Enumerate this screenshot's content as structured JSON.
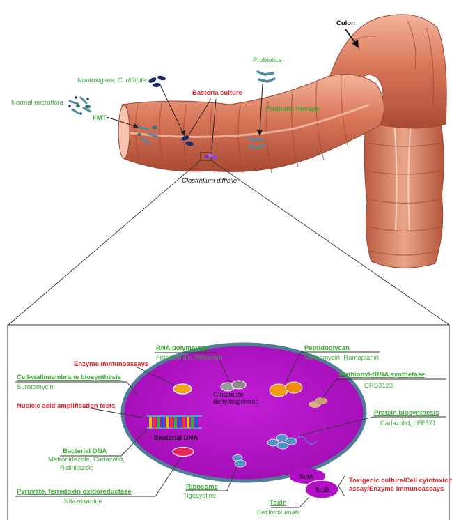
{
  "colon": {
    "colon_label": "Colon",
    "probiotics": "Probiotics",
    "nontoxigenic_prefix": "Nontoxigenic ",
    "nontoxigenic_species": "C. difficile",
    "bacteria_culture": "Bacteria culture",
    "normal_microflora": "Normal microflora",
    "fmt": "FMT",
    "probiotic_therapy": "Probiotic therapy",
    "clostridium": "Clostridium difficile"
  },
  "cell": {
    "rna_polymerase": {
      "title": "RNA polymerase",
      "drugs": "Fidaxomicin, Rifaximin"
    },
    "peptidoglycan": {
      "title": "Peptidoglycan",
      "drugs": "Vancomycin, Ramoplanin,"
    },
    "enzyme_immunoassays": "Enzyme immunoassays",
    "cell_wall": {
      "title": "Cell-wall/membrane biosynthesis",
      "drugs": "Surotomycin"
    },
    "glutamate_line1": "Glutamate",
    "glutamate_line2": "dehydrogenase",
    "methionyl": {
      "title": "Methionyl-tRNA synthetase",
      "drugs": "CRS3123"
    },
    "nucleic_acid": "Nucleic acid amplification tests",
    "protein": {
      "title": "Protein biosynthesis",
      "drugs": "Cadazolid, LFF571"
    },
    "bacterial_dna_inner": "Bacterial DNA",
    "bacterial_dna": {
      "title": "Bacterial DNA",
      "drugs_line1": "Metronidazole, Cadazolid,",
      "drugs_line2": "Ridinilazole"
    },
    "pyruvate": {
      "title": "Pyruvate, ferredoxin oxidoreductase",
      "drugs": "Nitazoxanide"
    },
    "ribosome": {
      "title": "Ribosome",
      "drugs": "Tigecycline"
    },
    "tcda": "TcdA",
    "tcdb": "TcdB",
    "toxigenic_line1": "Toxigenic culture/Cell cytotoxicity",
    "toxigenic_line2": "assay/Enzyme immunoassays",
    "toxin": {
      "title": "Toxin",
      "drugs": "Bezlotoxumab"
    }
  },
  "colors": {
    "green_text": "#3aa935",
    "red_text": "#e8202a",
    "cell_fill": "#b20fc6",
    "cell_border": "#4f7d95",
    "colon_tissue": "#d97a5a"
  }
}
